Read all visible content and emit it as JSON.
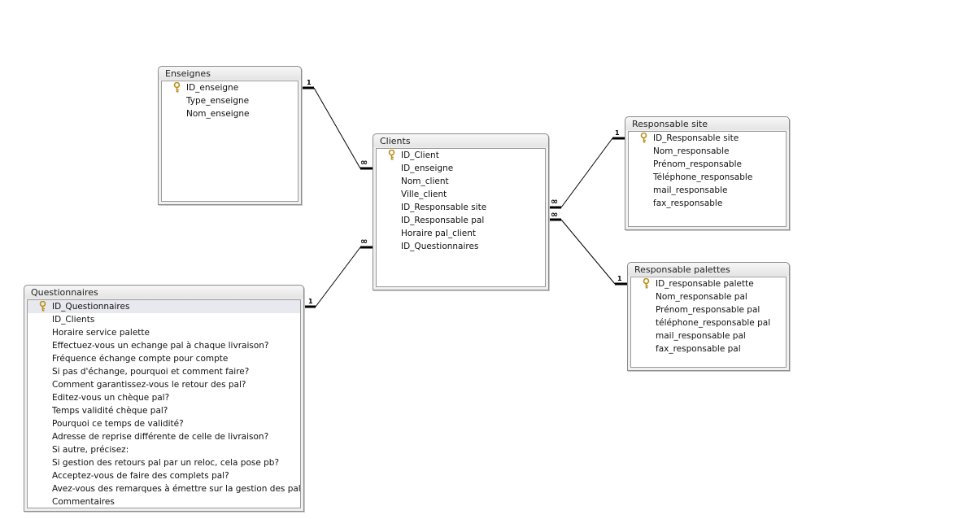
{
  "tables": [
    {
      "id": "enseignes",
      "title": "Enseignes",
      "fields": [
        {
          "name": "ID_enseigne",
          "key": true
        },
        {
          "name": "Type_enseigne",
          "key": false
        },
        {
          "name": "Nom_enseigne",
          "key": false
        }
      ]
    },
    {
      "id": "clients",
      "title": "Clients",
      "fields": [
        {
          "name": "ID_Client",
          "key": true
        },
        {
          "name": "ID_enseigne",
          "key": false
        },
        {
          "name": "Nom_client",
          "key": false
        },
        {
          "name": "Ville_client",
          "key": false
        },
        {
          "name": "ID_Responsable site",
          "key": false
        },
        {
          "name": "ID_Responsable pal",
          "key": false
        },
        {
          "name": "Horaire pal_client",
          "key": false
        },
        {
          "name": "ID_Questionnaires",
          "key": false
        }
      ]
    },
    {
      "id": "responsable-site",
      "title": "Responsable site",
      "fields": [
        {
          "name": "ID_Responsable site",
          "key": true
        },
        {
          "name": "Nom_responsable",
          "key": false
        },
        {
          "name": "Prénom_responsable",
          "key": false
        },
        {
          "name": "Téléphone_responsable",
          "key": false
        },
        {
          "name": "mail_responsable",
          "key": false
        },
        {
          "name": "fax_responsable",
          "key": false
        }
      ]
    },
    {
      "id": "responsable-palettes",
      "title": "Responsable palettes",
      "fields": [
        {
          "name": "ID_responsable palette",
          "key": true
        },
        {
          "name": "Nom_responsable pal",
          "key": false
        },
        {
          "name": "Prénom_responsable pal",
          "key": false
        },
        {
          "name": "téléphone_responsable pal",
          "key": false
        },
        {
          "name": "mail_responsable pal",
          "key": false
        },
        {
          "name": "fax_responsable pal",
          "key": false
        }
      ]
    },
    {
      "id": "questionnaires",
      "title": "Questionnaires",
      "fields": [
        {
          "name": "ID_Questionnaires",
          "key": true,
          "selected": true
        },
        {
          "name": "ID_Clients",
          "key": false
        },
        {
          "name": "Horaire service palette",
          "key": false
        },
        {
          "name": "Effectuez-vous un echange pal à chaque livraison?",
          "key": false
        },
        {
          "name": "Fréquence échange compte pour compte",
          "key": false
        },
        {
          "name": "Si pas d'échange, pourquoi et comment faire?",
          "key": false
        },
        {
          "name": "Comment garantissez-vous le retour des pal?",
          "key": false
        },
        {
          "name": "Editez-vous un chèque pal?",
          "key": false
        },
        {
          "name": "Temps validité chèque pal?",
          "key": false
        },
        {
          "name": "Pourquoi ce temps de validité?",
          "key": false
        },
        {
          "name": "Adresse de reprise différente de celle de livraison?",
          "key": false
        },
        {
          "name": "Si autre, précisez:",
          "key": false
        },
        {
          "name": "Si gestion des retours  pal par un reloc, cela pose pb?",
          "key": false
        },
        {
          "name": "Acceptez-vous de faire des complets pal?",
          "key": false
        },
        {
          "name": "Avez-vous des remarques à émettre sur la gestion des pal?",
          "key": false
        },
        {
          "name": "Commentaires",
          "key": false
        }
      ]
    }
  ],
  "relationships": [
    {
      "from": "enseignes.ID_enseigne",
      "to": "clients.ID_enseigne",
      "one": "1",
      "many": "∞"
    },
    {
      "from": "questionnaires.ID_Questionnaires",
      "to": "clients.ID_Questionnaires",
      "one": "1",
      "many": "∞"
    },
    {
      "from": "responsable-site.ID_Responsable site",
      "to": "clients.ID_Responsable site",
      "one": "1",
      "many": "∞"
    },
    {
      "from": "responsable-palettes.ID_responsable palette",
      "to": "clients.ID_Responsable pal",
      "one": "1",
      "many": "∞"
    }
  ],
  "colors": {
    "background": "#ffffff",
    "window_frame": "#f0f0f0",
    "border": "#8c8c8c",
    "selected_row": "#e8e8ef",
    "key_icon": "#c9a227",
    "relationship_line": "#000000"
  },
  "icons": {
    "primary_key": "key-icon"
  }
}
